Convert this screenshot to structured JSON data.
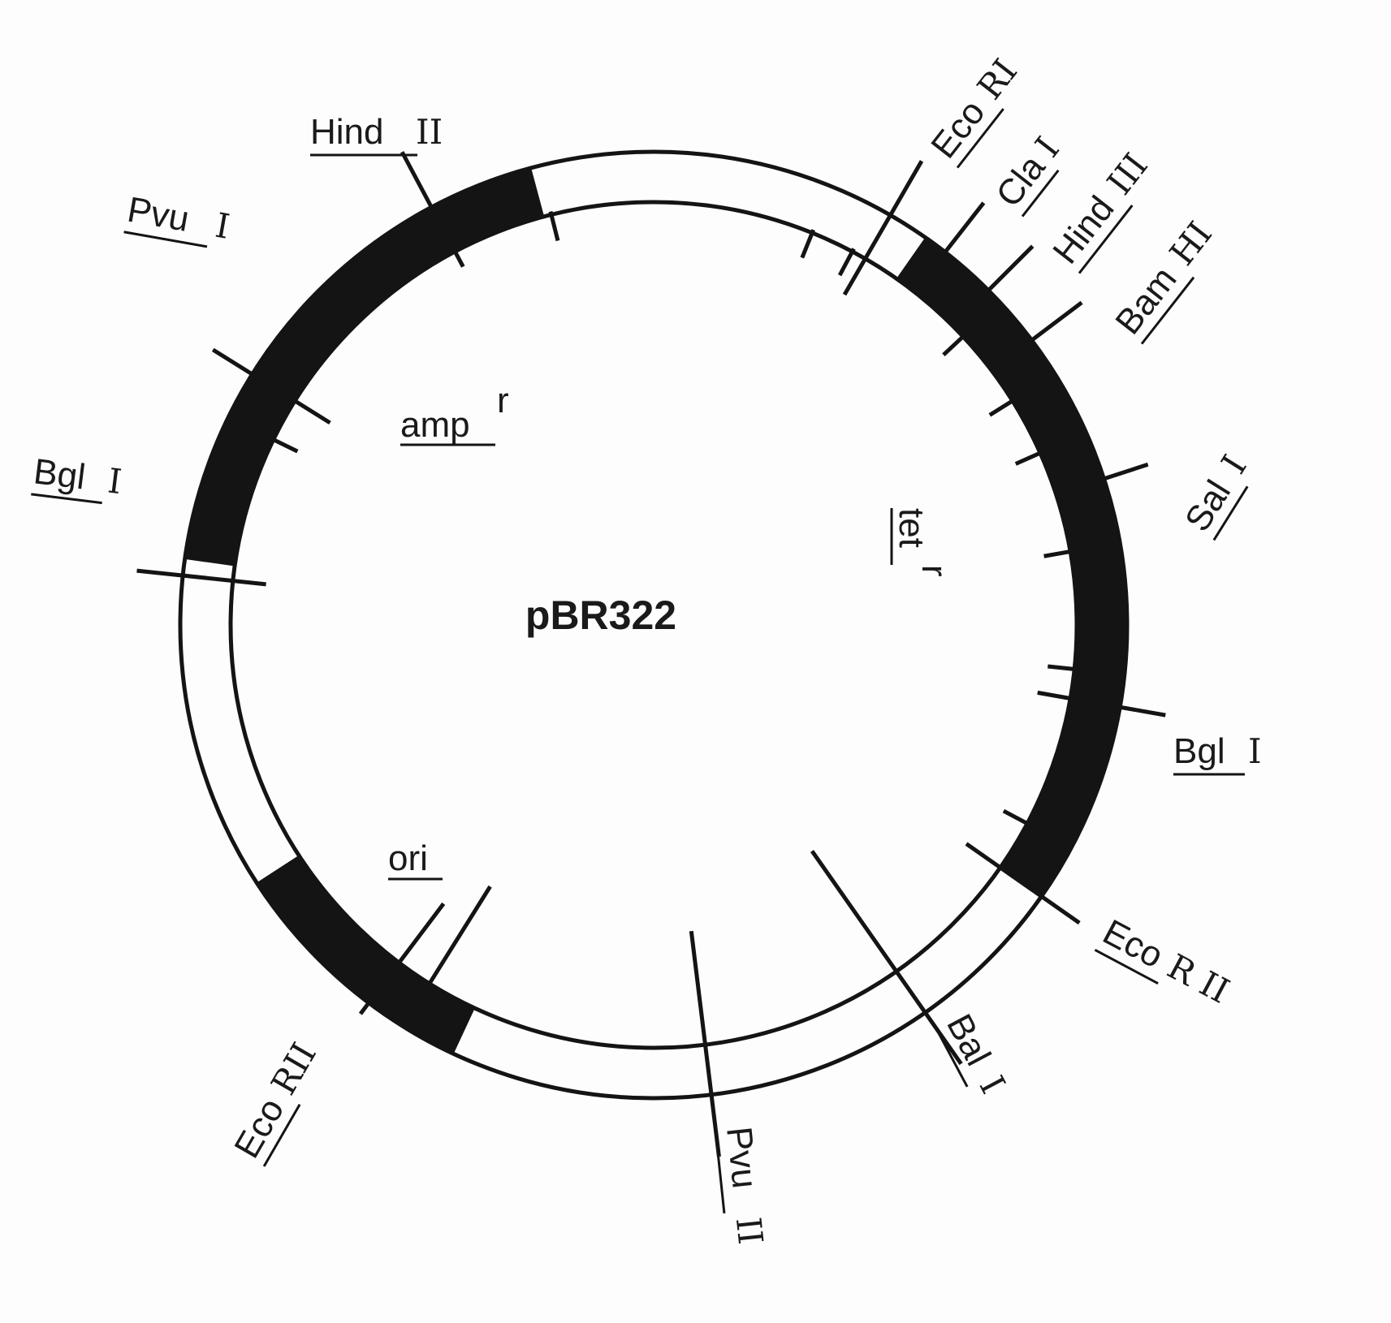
{
  "plasmid": {
    "name": "pBR322",
    "colors": {
      "ink": "#141414",
      "paper": "#ffffff"
    }
  },
  "genes": [
    {
      "id": "amp",
      "name": "amp",
      "sup": "r"
    },
    {
      "id": "tet",
      "name": "tet",
      "sup": "r"
    },
    {
      "id": "ori",
      "name": "ori",
      "sup": ""
    }
  ],
  "sites": [
    {
      "id": "hind-ii",
      "enzyme": "Hind",
      "roman": "II"
    },
    {
      "id": "pvu-i",
      "enzyme": "Pvu",
      "roman": "I"
    },
    {
      "id": "bgl-i-left",
      "enzyme": "Bgl",
      "roman": "I"
    },
    {
      "id": "eco-ri",
      "enzyme": "Eco",
      "roman": "RI"
    },
    {
      "id": "cla-i",
      "enzyme": "Cla",
      "roman": "I"
    },
    {
      "id": "hind-iii",
      "enzyme": "Hind",
      "roman": "III"
    },
    {
      "id": "bam-hi",
      "enzyme": "Bam",
      "roman": "HI"
    },
    {
      "id": "sal-i",
      "enzyme": "Sal",
      "roman": "I"
    },
    {
      "id": "bgl-i-right",
      "enzyme": "Bgl",
      "roman": "I"
    },
    {
      "id": "eco-rii-right",
      "enzyme": "Eco",
      "roman": "R II"
    },
    {
      "id": "bal-i",
      "enzyme": "Bal",
      "roman": "I"
    },
    {
      "id": "pvu-ii",
      "enzyme": "Pvu",
      "roman": "II"
    },
    {
      "id": "eco-rii-left",
      "enzyme": "Eco",
      "roman": "RII"
    }
  ]
}
